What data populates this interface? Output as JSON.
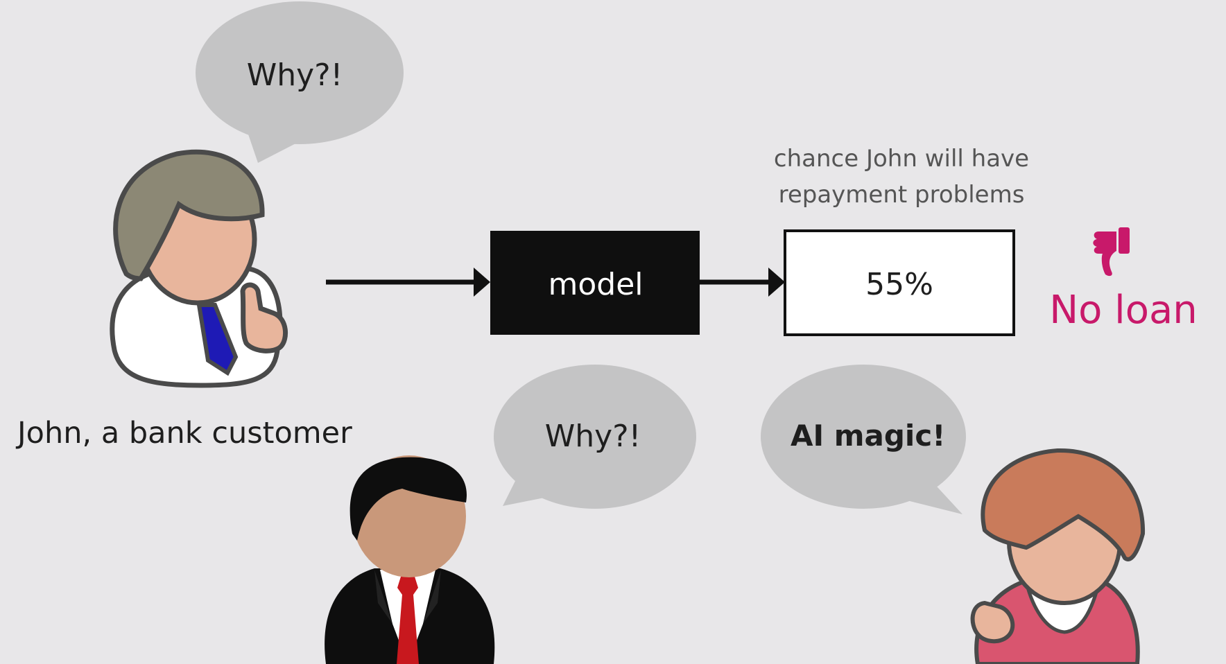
{
  "john": {
    "label": "John, a bank customer",
    "bubble": "Why?!"
  },
  "banker": {
    "bubble": "Why?!"
  },
  "scientist": {
    "bubble": "AI magic!"
  },
  "pipeline": {
    "model_label": "model",
    "output_caption": "chance John will have repayment problems",
    "output_value": "55%",
    "decision": "No loan",
    "decision_icon": "thumbs-down-icon"
  },
  "colors": {
    "background": "#e8e7e9",
    "bubble": "#c4c4c5",
    "model_box": "#0f0f0f",
    "decision": "#c8196a",
    "john_hair": "#8c8875",
    "skin": "#e8b59c",
    "john_tie": "#1e1ab5",
    "banker_tie": "#c8181e",
    "scientist_hair": "#c97b5b",
    "scientist_shirt": "#d9556f"
  }
}
